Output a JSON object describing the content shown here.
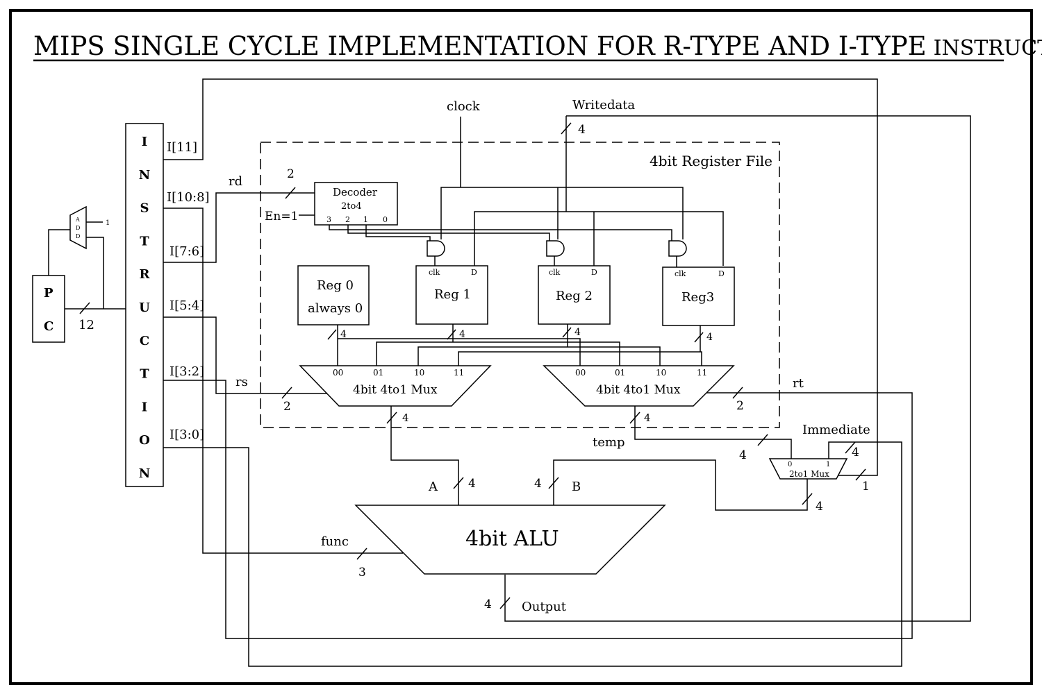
{
  "title_main": "MIPS SINGLE CYCLE IMPLEMENTATION FOR R-TYPE AND I-TYPE",
  "title_tail": "INSTRUCTIONS",
  "pc": {
    "p": "P",
    "c": "C",
    "width": "12"
  },
  "adder": {
    "a": "A",
    "d1": "D",
    "d2": "D",
    "const": "1"
  },
  "instruction_letters": [
    "I",
    "N",
    "S",
    "T",
    "R",
    "U",
    "C",
    "T",
    "I",
    "O",
    "N"
  ],
  "fields": {
    "i11": "I[11]",
    "i10_8": "I[10:8]",
    "i7_6": "I[7:6]",
    "i5_4": "I[5:4]",
    "i3_2": "I[3:2]",
    "i3_0": "I[3:0]"
  },
  "signals": {
    "clock": "clock",
    "writedata": "Writedata",
    "rd": "rd",
    "rs": "rs",
    "rt": "rt",
    "en": "En=1",
    "temp": "temp",
    "immediate": "Immediate",
    "func": "func",
    "output": "Output",
    "a": "A",
    "b": "B"
  },
  "widths": {
    "writedata": "4",
    "rd": "2",
    "rs": "2",
    "rt": "2",
    "reg0": "4",
    "reg1": "4",
    "reg2": "4",
    "reg3": "4",
    "mux_a_out": "4",
    "mux_b_out": "4",
    "a_in": "4",
    "b_in": "4",
    "temp": "4",
    "imm": "4",
    "sel": "1",
    "mux2_out": "4",
    "func": "3",
    "output": "4"
  },
  "regfile": {
    "label": "4bit Register File"
  },
  "decoder": {
    "line1": "Decoder",
    "line2": "2to4",
    "pins": [
      "3",
      "2",
      "1",
      "0"
    ]
  },
  "reg0": {
    "line1": "Reg 0",
    "line2": "always 0"
  },
  "reg1": {
    "name": "Reg 1",
    "clk": "clk",
    "d": "D"
  },
  "reg2": {
    "name": "Reg 2",
    "clk": "clk",
    "d": "D"
  },
  "reg3": {
    "name": "Reg3",
    "clk": "clk",
    "d": "D"
  },
  "mux4": {
    "label": "4bit 4to1 Mux",
    "inputs": [
      "00",
      "01",
      "10",
      "11"
    ]
  },
  "mux2": {
    "label": "2to1 Mux",
    "in0": "0",
    "in1": "1"
  },
  "alu": {
    "label": "4bit ALU"
  }
}
